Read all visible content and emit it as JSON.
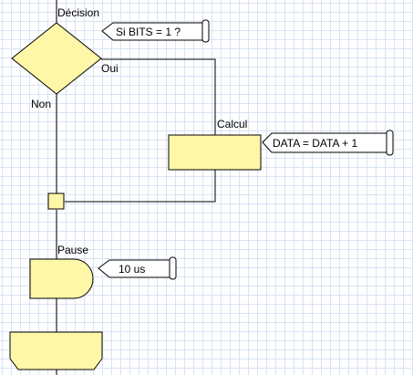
{
  "diagram": {
    "decision_title": "Décision",
    "decision_note": "Si  BITS = 1 ?",
    "branch_yes": "Oui",
    "branch_no": "Non",
    "calc_title": "Calcul",
    "calc_note": "DATA = DATA + 1",
    "pause_title": "Pause",
    "pause_note": "10 us"
  },
  "colors": {
    "shape_fill": "#fff7a8",
    "grid": "#d9e3f3"
  }
}
